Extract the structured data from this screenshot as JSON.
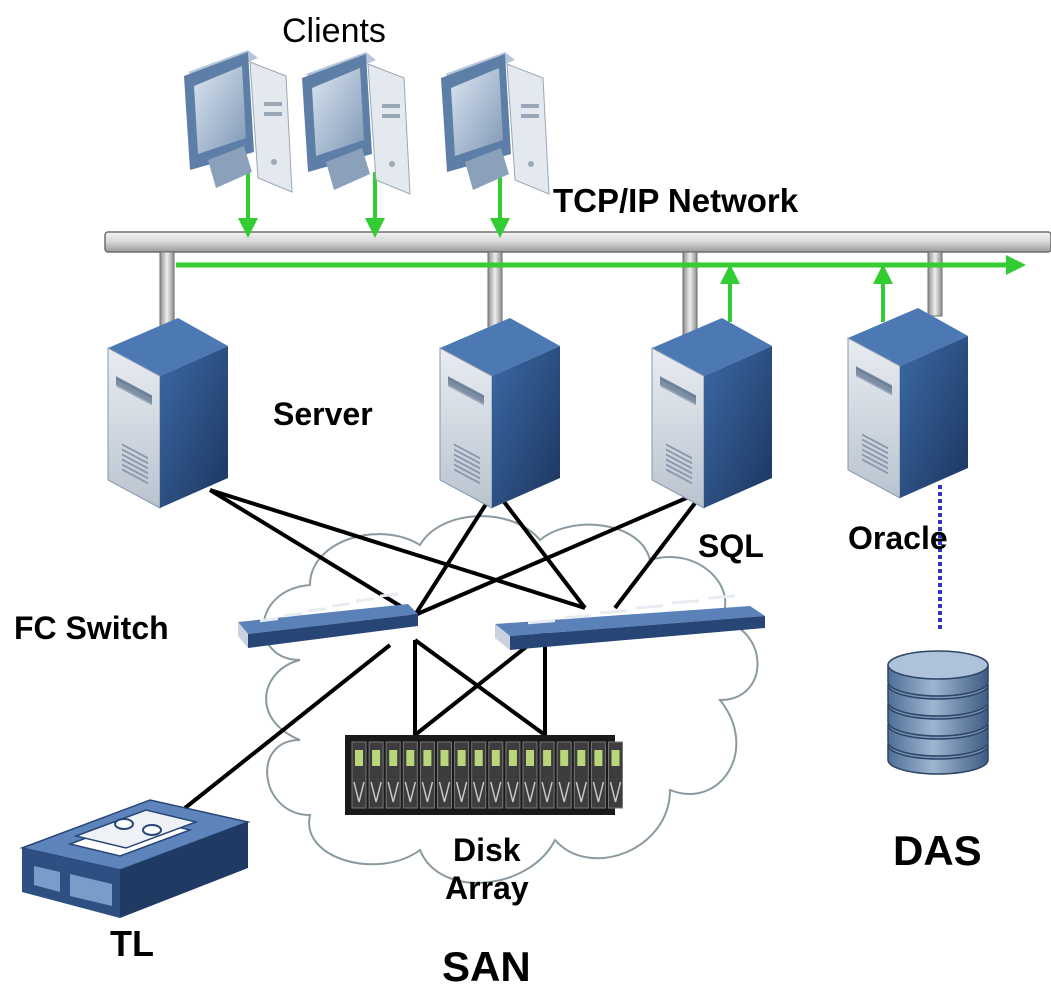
{
  "labels": {
    "clients": "Clients",
    "network": "TCP/IP Network",
    "server": "Server",
    "sql": "SQL",
    "oracle": "Oracle",
    "fc_switch": "FC Switch",
    "disk_array": "Disk\nArray",
    "das": "DAS",
    "tl": "TL",
    "san": "SAN"
  },
  "colors": {
    "traffic_arrow": "#33cc33",
    "fc_link": "#000000",
    "das_link": "#3333cc",
    "network_bus": "#c8c8c8",
    "server_body": "#2c4f86",
    "server_face": "#d7dde6",
    "switch": "#3a5f96",
    "cloud_outline": "#8a9aa0"
  },
  "icons": {
    "client": "desktop-computer-icon",
    "server": "tower-server-icon",
    "switch": "fc-switch-icon",
    "storage": "disk-array-icon",
    "das": "database-stack-icon",
    "tape_library": "tape-library-icon"
  }
}
